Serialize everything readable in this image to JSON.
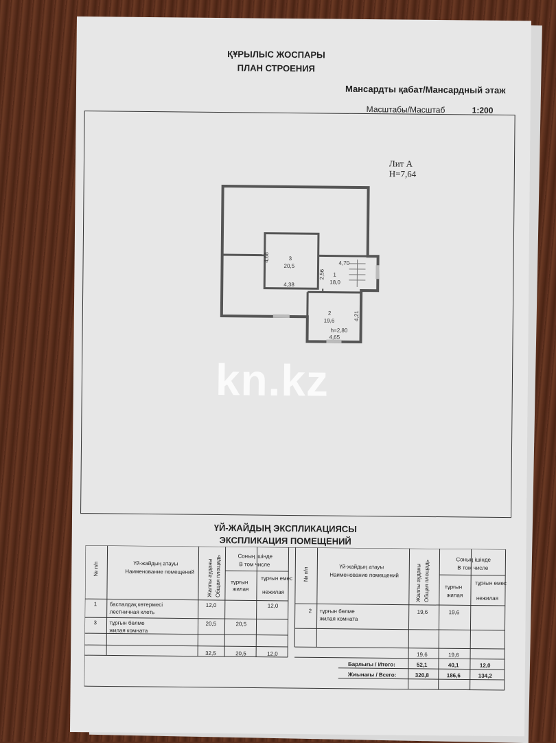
{
  "header": {
    "title_kz": "ҚҰРЫЛЫС ЖОСПАРЫ",
    "title_ru": "ПЛАН СТРОЕНИЯ",
    "floor": "Мансардты қабат/Мансардный этаж",
    "scale_label": "Масштабы/Масштаб",
    "scale_value": "1:200"
  },
  "plan": {
    "lit": "Лит А",
    "height": "H=7,64",
    "rooms": [
      {
        "no": "3",
        "area": "20,5"
      },
      {
        "no": "1",
        "area": "18,0"
      },
      {
        "no": "2",
        "area": "19,6"
      }
    ],
    "dims": {
      "d1": "4,68",
      "d2": "4,38",
      "d3": "2,56",
      "d4": "4,70",
      "d5": "4,21",
      "d6": "4,65",
      "h": "h=2,80"
    }
  },
  "watermark": "kn.kz",
  "explication": {
    "title_kz": "ҮЙ-ЖАЙДЫҢ ЭКСПЛИКАЦИЯСЫ",
    "title_ru": "ЭКСПЛИКАЦИЯ ПОМЕЩЕНИЙ",
    "headers": {
      "no": "№ п/п",
      "name_kz": "Үй-жайдың атауы",
      "name_ru": "Наименование помещений",
      "total_kz": "Жалпы ауданы",
      "total_ru": "Общая площадь",
      "incl_kz": "Соның ішінде",
      "incl_ru": "В том числе",
      "living_kz": "тұрғын",
      "living_ru": "жилая",
      "nonliving_kz": "тұрғын емес",
      "nonliving_ru": "нежилая"
    },
    "left_rows": [
      {
        "no": "1",
        "name_kz": "баспалдақ көтермесі",
        "name_ru": "лестничная клеть",
        "total": "12,0",
        "living": "",
        "nonliving": "12,0"
      },
      {
        "no": "3",
        "name_kz": "тұрғын бөлме",
        "name_ru": "жилая комната",
        "total": "20,5",
        "living": "20,5",
        "nonliving": ""
      }
    ],
    "left_sum": {
      "total": "32,5",
      "living": "20,5",
      "nonliving": "12,0"
    },
    "right_rows": [
      {
        "no": "2",
        "name_kz": "тұрғын бөлме",
        "name_ru": "жилая комната",
        "total": "19,6",
        "living": "19,6",
        "nonliving": ""
      }
    ],
    "right_sum": {
      "total": "19,6",
      "living": "19,6",
      "nonliving": ""
    },
    "itogo": {
      "label": "Барлығы / Итого:",
      "total": "52,1",
      "living": "40,1",
      "nonliving": "12,0"
    },
    "vsego": {
      "label": "Жиынағы / Всего:",
      "total": "320,8",
      "living": "186,6",
      "nonliving": "134,2"
    }
  }
}
